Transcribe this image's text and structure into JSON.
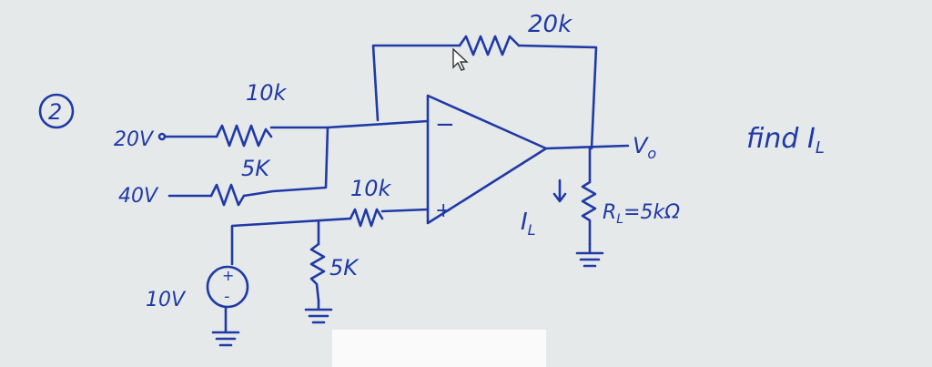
{
  "problem_number": "2",
  "prompt": "find I",
  "prompt_sub": "L",
  "labels": {
    "r_feedback": "20k",
    "r_top_input": "10k",
    "r_mid_input": "5K",
    "r_plus_series": "10k",
    "r_plus_ground": "5K",
    "v_in_1": "20V",
    "v_in_2": "40V",
    "v_source": "10V",
    "v_out": "V",
    "v_out_sub": "o",
    "current": "I",
    "current_sub": "L",
    "load": "=5kΩ",
    "load_name": "R",
    "load_sub": "L",
    "opamp_minus": "−",
    "opamp_plus": "+",
    "source_plus": "+",
    "source_minus": "-"
  },
  "colors": {
    "ink": "#1f3aa6",
    "paper": "#e6e9ea"
  }
}
